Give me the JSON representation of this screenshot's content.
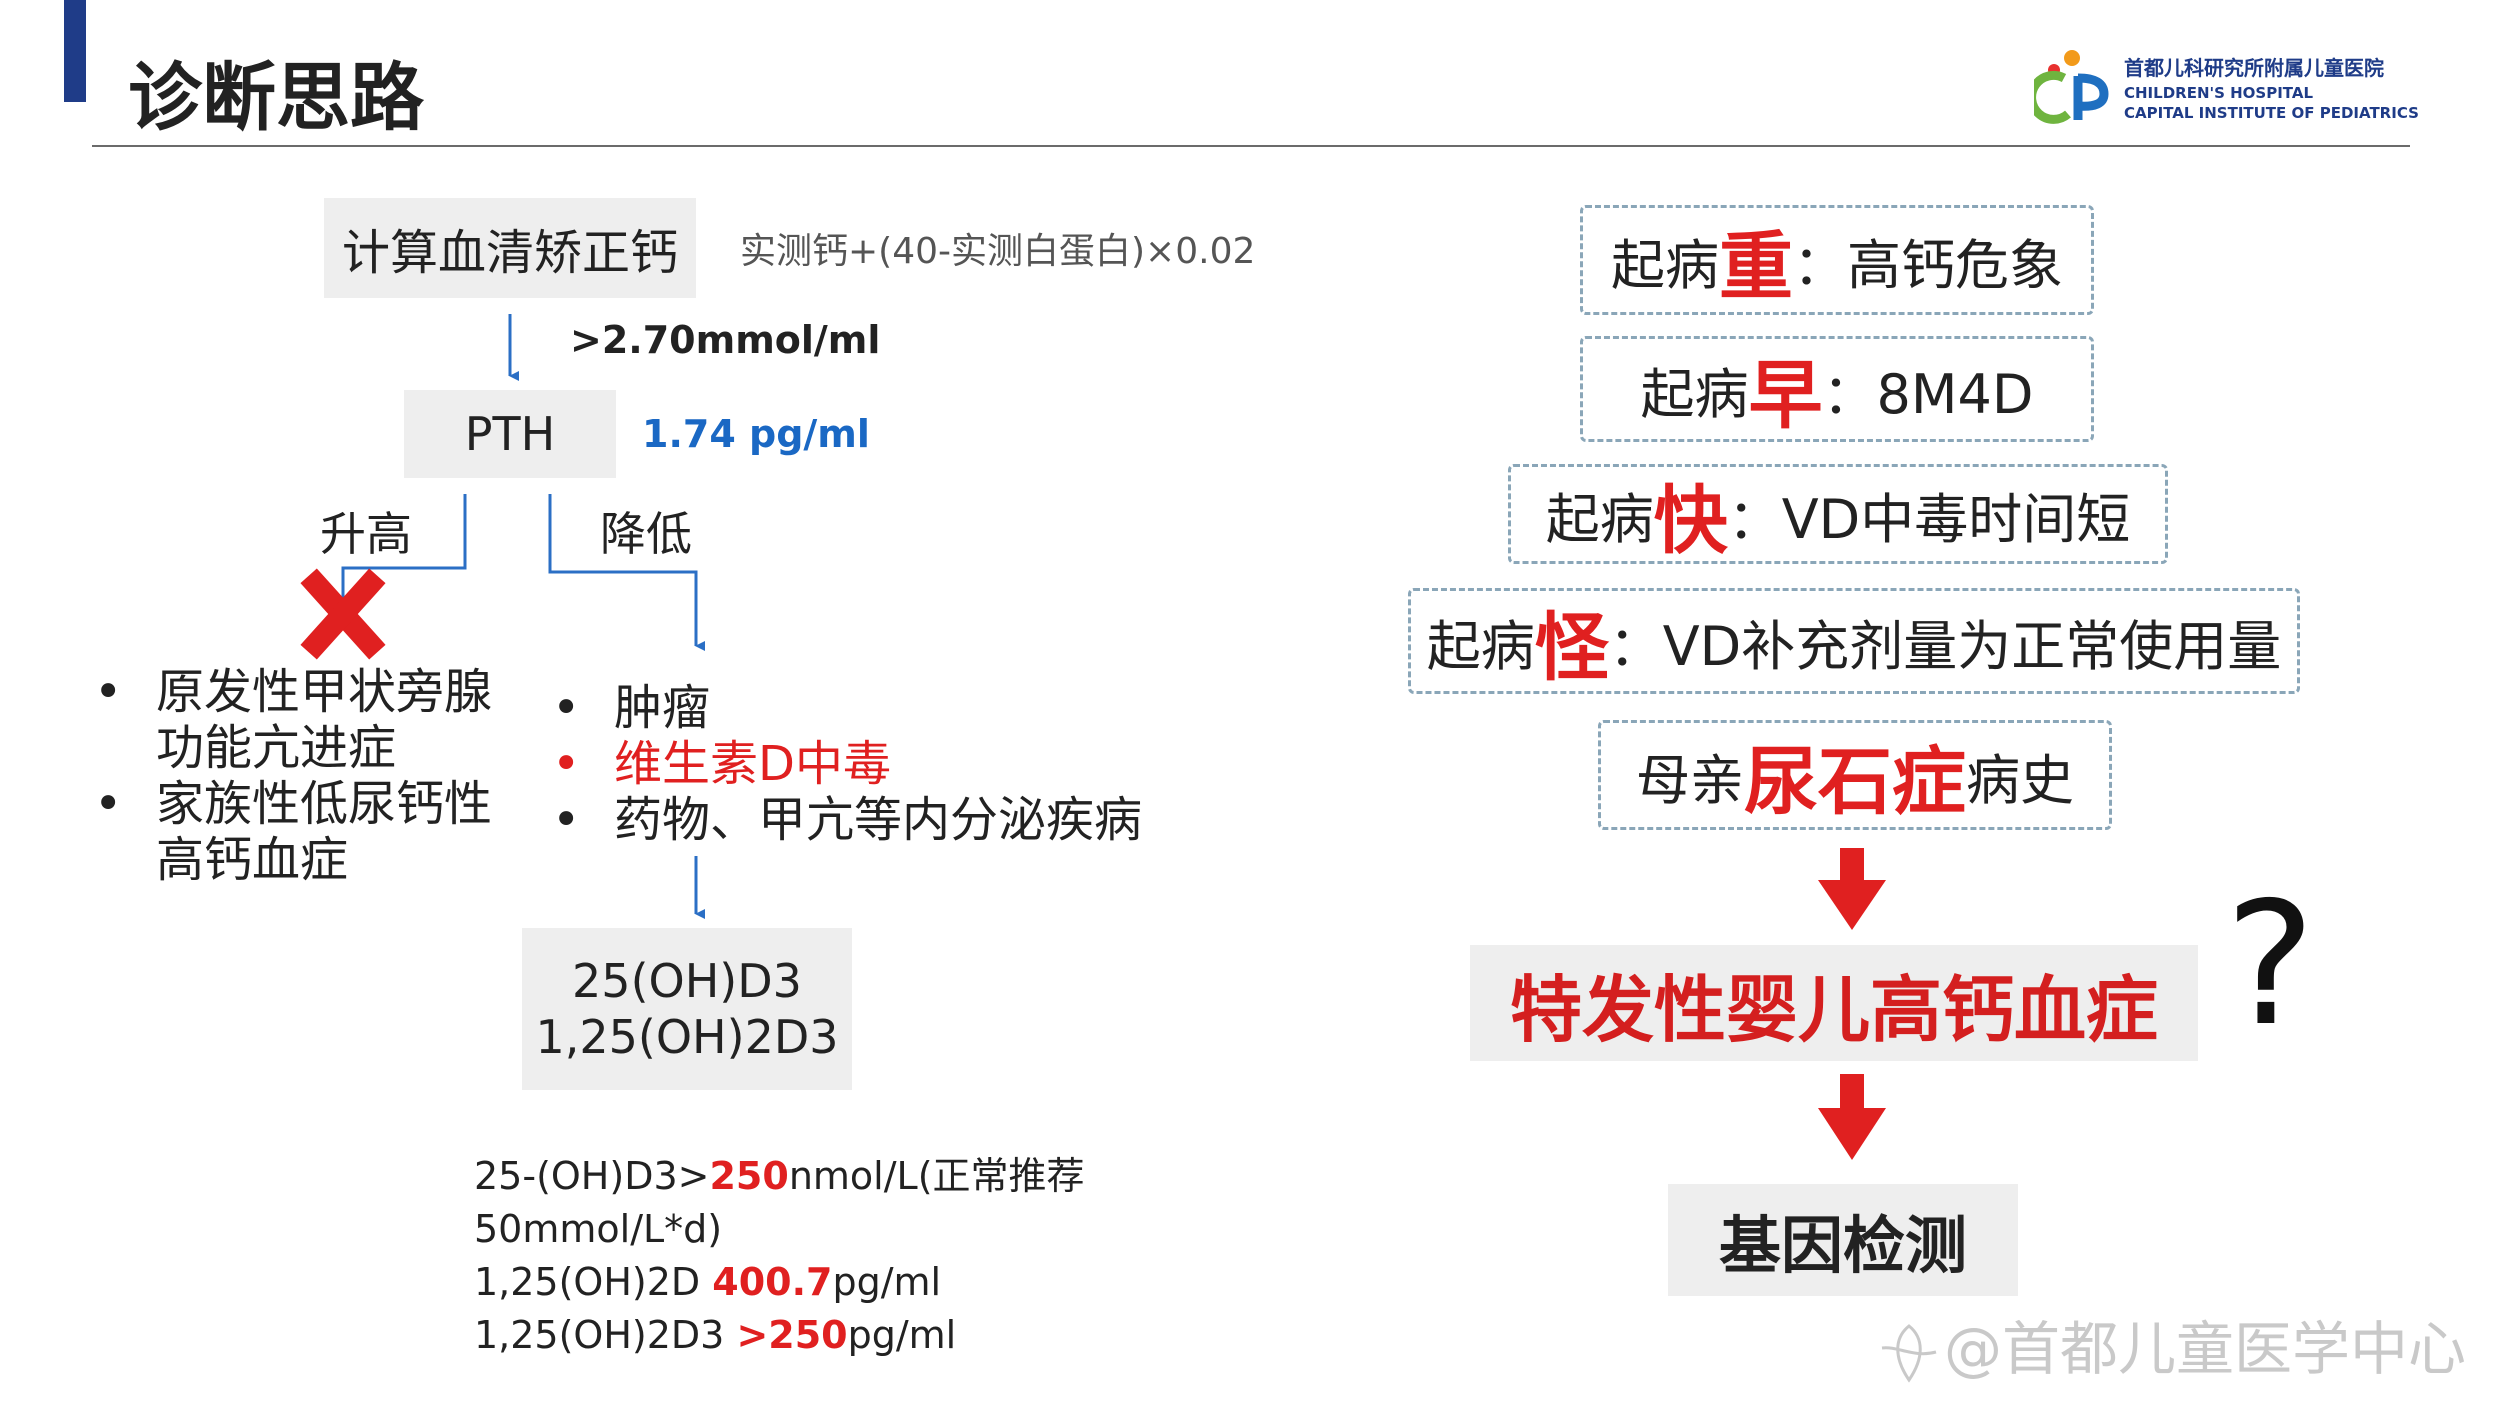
{
  "slide_title": "诊断思路",
  "logo": {
    "name_cn": "首都儿科研究所附属儿童医院",
    "name_en_1": "CHILDREN'S HOSPITAL",
    "name_en_2": "CAPITAL INSTITUTE OF PEDIATRICS"
  },
  "flow": {
    "calc_box": "计算血清矫正钙",
    "formula": "实测钙+(40-实测白蛋白)×0.02",
    "threshold": ">2.70mmol/ml",
    "pth_box": "PTH",
    "pth_value": "1.74 pg/ml",
    "branch_up": "升高",
    "branch_down": "降低",
    "left_items": [
      {
        "bullet": "•",
        "line1": "原发性甲状旁腺",
        "line2": "功能亢进症"
      },
      {
        "bullet": "•",
        "line1": "家族性低尿钙性",
        "line2": "高钙血症"
      }
    ],
    "mid_items": [
      {
        "bullet": "•",
        "text": "肿瘤"
      },
      {
        "bullet": "•",
        "text": "维生素D中毒"
      },
      {
        "bullet": "•",
        "text": "药物、甲亢等内分泌疾病"
      }
    ],
    "vd_box_line1": "25(OH)D3",
    "vd_box_line2": "1,25(OH)2D3",
    "notes": [
      {
        "pre": "25-(OH)D3>",
        "val": "250",
        "post": "nmol/L(正常推荐"
      },
      {
        "pre": "50mmol/L*d)",
        "val": "",
        "post": ""
      },
      {
        "pre": "1,25(OH)2D ",
        "val": "400.7",
        "post": "pg/ml"
      },
      {
        "pre": "1,25(OH)2D3 ",
        "val": ">250",
        "post": "pg/ml"
      }
    ]
  },
  "features": [
    {
      "pre": "起病",
      "key": "重",
      "post": "：高钙危象"
    },
    {
      "pre": "起病",
      "key": "早",
      "post": "：8M4D"
    },
    {
      "pre": "起病",
      "key": "快",
      "post": "：VD中毒时间短"
    },
    {
      "pre": "起病",
      "key": "怪",
      "post": "：VD补充剂量为正常使用量"
    },
    {
      "pre": "母亲",
      "key": "尿石症",
      "post": "病史"
    }
  ],
  "diagnosis": "特发性婴儿高钙血症",
  "question_mark": "?",
  "next_step": "基因检测",
  "watermark": "@首都儿童医学中心",
  "colors": {
    "accent_bar": "#1f3c88",
    "highlight_red": "#e02020",
    "pth_blue": "#1a68c4",
    "arrow_blue": "#2b6fc5",
    "box_gray": "#eeeeee"
  }
}
